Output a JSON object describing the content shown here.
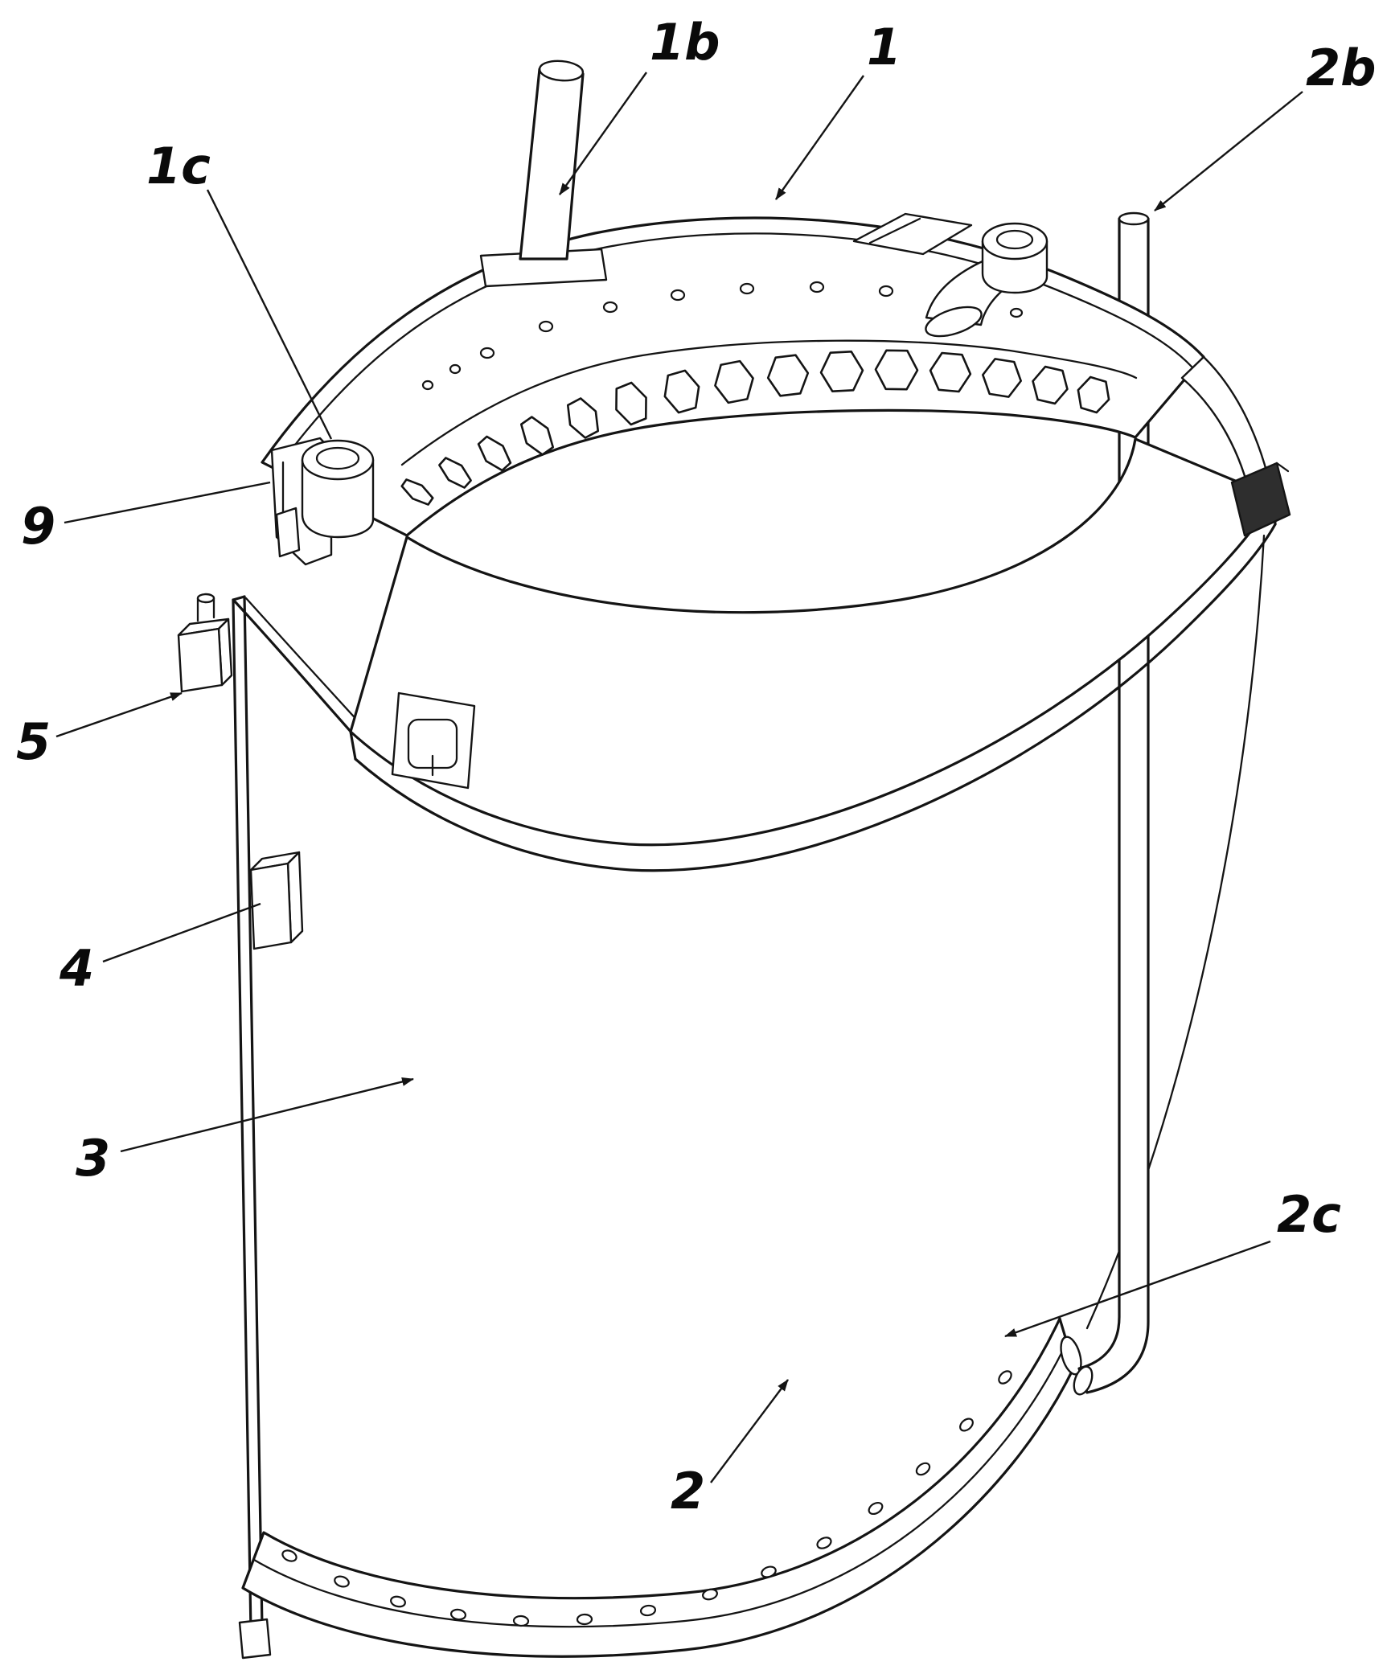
{
  "figure": {
    "background": "#ffffff",
    "line_color": "#141414",
    "clamp_fill": "#2e2e2e",
    "labels": [
      {
        "id": "1b",
        "text": "1b"
      },
      {
        "id": "1",
        "text": "1"
      },
      {
        "id": "2b",
        "text": "2b"
      },
      {
        "id": "1c",
        "text": "1c"
      },
      {
        "id": "9",
        "text": "9"
      },
      {
        "id": "5",
        "text": "5"
      },
      {
        "id": "4",
        "text": "4"
      },
      {
        "id": "3",
        "text": "3"
      },
      {
        "id": "2c",
        "text": "2c"
      },
      {
        "id": "2",
        "text": "2"
      }
    ]
  }
}
